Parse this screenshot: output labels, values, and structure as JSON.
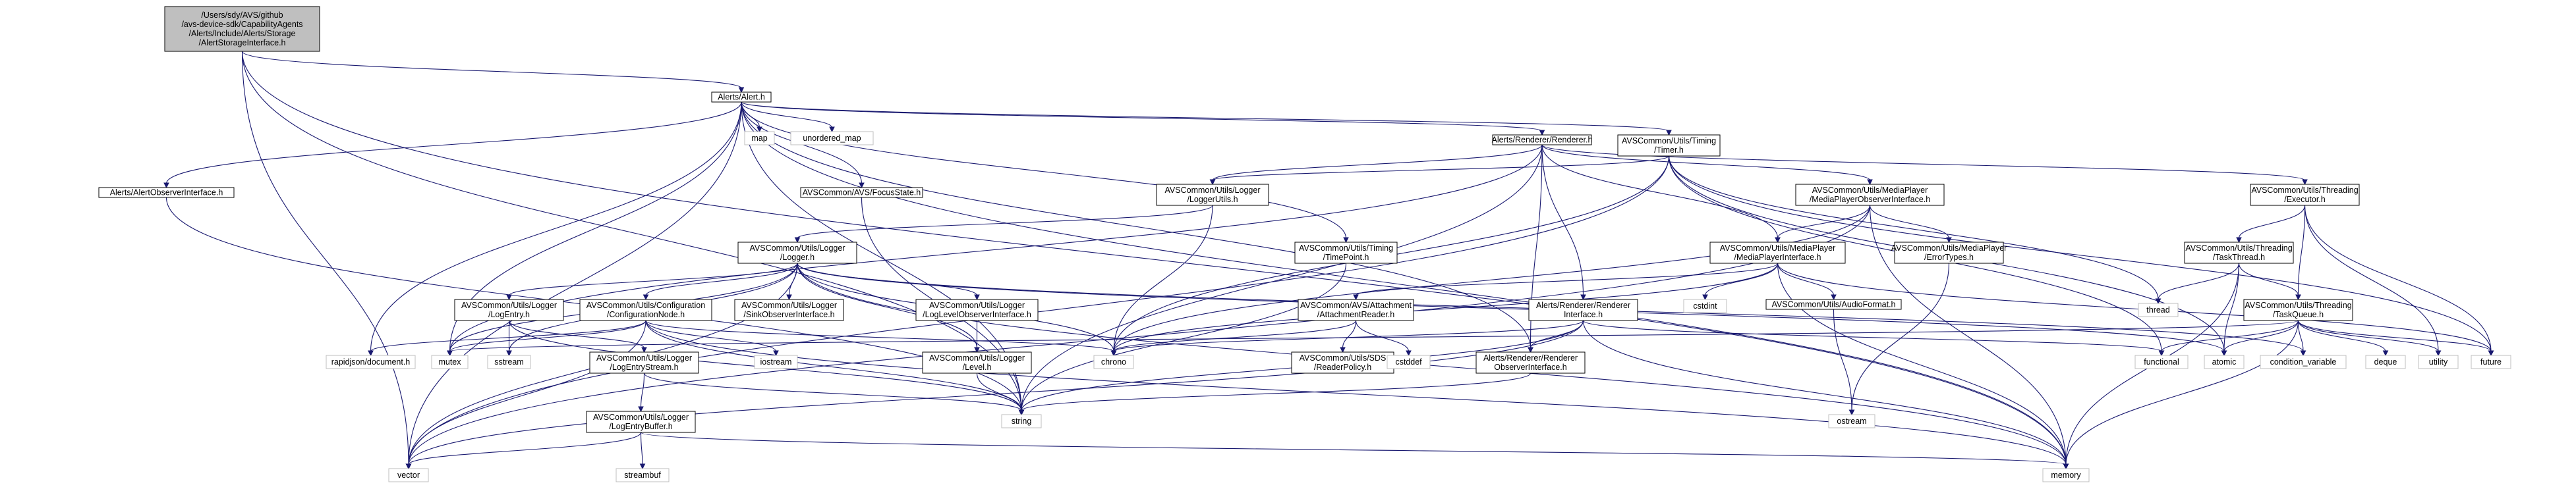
{
  "colors": {
    "root_fill": "#bfbfbf",
    "root_stroke": "#000000",
    "node_fill": "#ffffff",
    "node_stroke": "#000000",
    "system_stroke": "#bfbfbf",
    "edge": "#191970"
  },
  "nodes": [
    {
      "id": "root",
      "kind": "root",
      "lines": [
        "/Users/sdy/AVS/github",
        "/avs-device-sdk/CapabilityAgents",
        "/Alerts/Include/Alerts/Storage",
        "/AlertStorageInterface.h"
      ]
    },
    {
      "id": "alert",
      "kind": "file",
      "lines": [
        "Alerts/Alert.h"
      ]
    },
    {
      "id": "map",
      "kind": "system",
      "lines": [
        "map"
      ]
    },
    {
      "id": "unordered_map",
      "kind": "system",
      "lines": [
        "unordered_map"
      ]
    },
    {
      "id": "renderer",
      "kind": "file",
      "lines": [
        "Alerts/Renderer/Renderer.h"
      ]
    },
    {
      "id": "timer",
      "kind": "file",
      "lines": [
        "AVSCommon/Utils/Timing",
        "/Timer.h"
      ]
    },
    {
      "id": "alertobs",
      "kind": "file",
      "lines": [
        "Alerts/AlertObserverInterface.h"
      ]
    },
    {
      "id": "focusstate",
      "kind": "file",
      "lines": [
        "AVSCommon/AVS/FocusState.h"
      ]
    },
    {
      "id": "loggerutils",
      "kind": "file",
      "lines": [
        "AVSCommon/Utils/Logger",
        "/LoggerUtils.h"
      ]
    },
    {
      "id": "timepoint",
      "kind": "file",
      "lines": [
        "AVSCommon/Utils/Timing",
        "/TimePoint.h"
      ]
    },
    {
      "id": "mpobs",
      "kind": "file",
      "lines": [
        "AVSCommon/Utils/MediaPlayer",
        "/MediaPlayerObserverInterface.h"
      ]
    },
    {
      "id": "executor",
      "kind": "file",
      "lines": [
        "AVSCommon/Utils/Threading",
        "/Executor.h"
      ]
    },
    {
      "id": "logger",
      "kind": "file",
      "lines": [
        "AVSCommon/Utils/Logger",
        "/Logger.h"
      ]
    },
    {
      "id": "mpi",
      "kind": "file",
      "lines": [
        "AVSCommon/Utils/MediaPlayer",
        "/MediaPlayerInterface.h"
      ]
    },
    {
      "id": "errortypes",
      "kind": "file",
      "lines": [
        "AVSCommon/Utils/MediaPlayer",
        "/ErrorTypes.h"
      ]
    },
    {
      "id": "taskthread",
      "kind": "file",
      "lines": [
        "AVSCommon/Utils/Threading",
        "/TaskThread.h"
      ]
    },
    {
      "id": "logentry",
      "kind": "file",
      "lines": [
        "AVSCommon/Utils/Logger",
        "/LogEntry.h"
      ]
    },
    {
      "id": "confignode",
      "kind": "file",
      "lines": [
        "AVSCommon/Utils/Configuration",
        "/ConfigurationNode.h"
      ]
    },
    {
      "id": "sinkobs",
      "kind": "file",
      "lines": [
        "AVSCommon/Utils/Logger",
        "/SinkObserverInterface.h"
      ]
    },
    {
      "id": "loglevelobs",
      "kind": "file",
      "lines": [
        "AVSCommon/Utils/Logger",
        "/LogLevelObserverInterface.h"
      ]
    },
    {
      "id": "attachreader",
      "kind": "file",
      "lines": [
        "AVSCommon/AVS/Attachment",
        "/AttachmentReader.h"
      ]
    },
    {
      "id": "cstdint",
      "kind": "system",
      "lines": [
        "cstdint"
      ]
    },
    {
      "id": "audioformat",
      "kind": "file",
      "lines": [
        "AVSCommon/Utils/AudioFormat.h"
      ]
    },
    {
      "id": "rendererif",
      "kind": "file",
      "lines": [
        "Alerts/Renderer/Renderer",
        "Interface.h"
      ]
    },
    {
      "id": "thread",
      "kind": "system",
      "lines": [
        "thread"
      ]
    },
    {
      "id": "taskqueue",
      "kind": "file",
      "lines": [
        "AVSCommon/Utils/Threading",
        "/TaskQueue.h"
      ]
    },
    {
      "id": "rapidjson",
      "kind": "system",
      "lines": [
        "rapidjson/document.h"
      ]
    },
    {
      "id": "mutex",
      "kind": "system",
      "lines": [
        "mutex"
      ]
    },
    {
      "id": "sstream",
      "kind": "system",
      "lines": [
        "sstream"
      ]
    },
    {
      "id": "logentrystream",
      "kind": "file",
      "lines": [
        "AVSCommon/Utils/Logger",
        "/LogEntryStream.h"
      ]
    },
    {
      "id": "iostream",
      "kind": "system",
      "lines": [
        "iostream"
      ]
    },
    {
      "id": "level",
      "kind": "file",
      "lines": [
        "AVSCommon/Utils/Logger",
        "/Level.h"
      ]
    },
    {
      "id": "chrono",
      "kind": "system",
      "lines": [
        "chrono"
      ]
    },
    {
      "id": "sdsreader",
      "kind": "file",
      "lines": [
        "AVSCommon/Utils/SDS",
        "/ReaderPolicy.h"
      ]
    },
    {
      "id": "cstddef",
      "kind": "system",
      "lines": [
        "cstddef"
      ]
    },
    {
      "id": "rendererobs",
      "kind": "file",
      "lines": [
        "Alerts/Renderer/Renderer",
        "ObserverInterface.h"
      ]
    },
    {
      "id": "functional",
      "kind": "system",
      "lines": [
        "functional"
      ]
    },
    {
      "id": "atomic",
      "kind": "system",
      "lines": [
        "atomic"
      ]
    },
    {
      "id": "condvar",
      "kind": "system",
      "lines": [
        "condition_variable"
      ]
    },
    {
      "id": "deque",
      "kind": "system",
      "lines": [
        "deque"
      ]
    },
    {
      "id": "utility",
      "kind": "system",
      "lines": [
        "utility"
      ]
    },
    {
      "id": "future",
      "kind": "system",
      "lines": [
        "future"
      ]
    },
    {
      "id": "logentrybuffer",
      "kind": "file",
      "lines": [
        "AVSCommon/Utils/Logger",
        "/LogEntryBuffer.h"
      ]
    },
    {
      "id": "string",
      "kind": "system",
      "lines": [
        "string"
      ]
    },
    {
      "id": "ostream",
      "kind": "system",
      "lines": [
        "ostream"
      ]
    },
    {
      "id": "streambuf",
      "kind": "system",
      "lines": [
        "streambuf"
      ]
    },
    {
      "id": "vector",
      "kind": "system",
      "lines": [
        "vector"
      ]
    },
    {
      "id": "memory",
      "kind": "system",
      "lines": [
        "memory"
      ]
    }
  ],
  "edges": [
    [
      "root",
      "alert"
    ],
    [
      "root",
      "vector"
    ],
    [
      "root",
      "string"
    ],
    [
      "root",
      "memory"
    ],
    [
      "alert",
      "map"
    ],
    [
      "alert",
      "unordered_map"
    ],
    [
      "alert",
      "renderer"
    ],
    [
      "alert",
      "timer"
    ],
    [
      "alert",
      "alertobs"
    ],
    [
      "alert",
      "focusstate"
    ],
    [
      "alert",
      "timepoint"
    ],
    [
      "alert",
      "rendererobs"
    ],
    [
      "alert",
      "rapidjson"
    ],
    [
      "alert",
      "mutex"
    ],
    [
      "alert",
      "string"
    ],
    [
      "alert",
      "vector"
    ],
    [
      "alert",
      "memory"
    ],
    [
      "renderer",
      "loggerutils"
    ],
    [
      "renderer",
      "mpobs"
    ],
    [
      "renderer",
      "executor"
    ],
    [
      "renderer",
      "mpi"
    ],
    [
      "renderer",
      "rendererif"
    ],
    [
      "renderer",
      "rendererobs"
    ],
    [
      "renderer",
      "mutex"
    ],
    [
      "renderer",
      "string"
    ],
    [
      "timer",
      "loggerutils"
    ],
    [
      "timer",
      "chrono"
    ],
    [
      "timer",
      "atomic"
    ],
    [
      "timer",
      "functional"
    ],
    [
      "timer",
      "future"
    ],
    [
      "timer",
      "thread"
    ],
    [
      "timer",
      "vector"
    ],
    [
      "alertobs",
      "string"
    ],
    [
      "focusstate",
      "string"
    ],
    [
      "loggerutils",
      "logger"
    ],
    [
      "loggerutils",
      "chrono"
    ],
    [
      "timepoint",
      "string"
    ],
    [
      "mpobs",
      "errortypes"
    ],
    [
      "mpobs",
      "mpi"
    ],
    [
      "mpobs",
      "memory"
    ],
    [
      "mpobs",
      "chrono"
    ],
    [
      "mpobs",
      "vector"
    ],
    [
      "executor",
      "taskthread"
    ],
    [
      "executor",
      "taskqueue"
    ],
    [
      "executor",
      "future"
    ],
    [
      "executor",
      "utility"
    ],
    [
      "logger",
      "logentry"
    ],
    [
      "logger",
      "confignode"
    ],
    [
      "logger",
      "sinkobs"
    ],
    [
      "logger",
      "loglevelobs"
    ],
    [
      "logger",
      "level"
    ],
    [
      "logger",
      "chrono"
    ],
    [
      "logger",
      "mutex"
    ],
    [
      "logger",
      "sstream"
    ],
    [
      "logger",
      "vector"
    ],
    [
      "logger",
      "memory"
    ],
    [
      "logger",
      "atomic"
    ],
    [
      "logger",
      "condvar"
    ],
    [
      "mpi",
      "attachreader"
    ],
    [
      "mpi",
      "cstdint"
    ],
    [
      "mpi",
      "audioformat"
    ],
    [
      "mpi",
      "chrono"
    ],
    [
      "mpi",
      "future"
    ],
    [
      "mpi",
      "memory"
    ],
    [
      "errortypes",
      "ostream"
    ],
    [
      "taskthread",
      "taskqueue"
    ],
    [
      "taskthread",
      "atomic"
    ],
    [
      "taskthread",
      "thread"
    ],
    [
      "taskthread",
      "memory"
    ],
    [
      "logentry",
      "logentrystream"
    ],
    [
      "logentry",
      "sstream"
    ],
    [
      "logentry",
      "string"
    ],
    [
      "confignode",
      "rapidjson"
    ],
    [
      "confignode",
      "iostream"
    ],
    [
      "confignode",
      "mutex"
    ],
    [
      "confignode",
      "string"
    ],
    [
      "confignode",
      "chrono"
    ],
    [
      "confignode",
      "vector"
    ],
    [
      "confignode",
      "memory"
    ],
    [
      "loglevelobs",
      "level"
    ],
    [
      "attachreader",
      "sdsreader"
    ],
    [
      "attachreader",
      "cstddef"
    ],
    [
      "attachreader",
      "chrono"
    ],
    [
      "audioformat",
      "ostream"
    ],
    [
      "rendererif",
      "rendererobs"
    ],
    [
      "rendererif",
      "functional"
    ],
    [
      "rendererif",
      "chrono"
    ],
    [
      "rendererif",
      "string"
    ],
    [
      "rendererif",
      "vector"
    ],
    [
      "rendererif",
      "memory"
    ],
    [
      "taskqueue",
      "functional"
    ],
    [
      "taskqueue",
      "atomic"
    ],
    [
      "taskqueue",
      "condvar"
    ],
    [
      "taskqueue",
      "deque"
    ],
    [
      "taskqueue",
      "utility"
    ],
    [
      "taskqueue",
      "future"
    ],
    [
      "taskqueue",
      "memory"
    ],
    [
      "taskqueue",
      "mutex"
    ],
    [
      "logentrystream",
      "logentrybuffer"
    ],
    [
      "logentrystream",
      "string"
    ],
    [
      "level",
      "string"
    ],
    [
      "rendererobs",
      "string"
    ],
    [
      "logentrybuffer",
      "streambuf"
    ],
    [
      "logentrybuffer",
      "vector"
    ],
    [
      "logentrybuffer",
      "memory"
    ]
  ]
}
